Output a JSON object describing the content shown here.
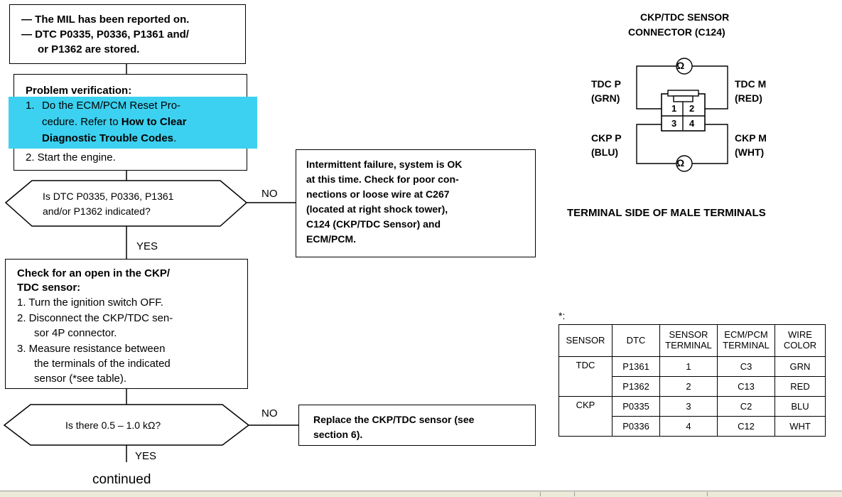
{
  "start_box": {
    "line1": "— The MIL has been reported on.",
    "line2": "— DTC P0335, P0336, P1361 and/",
    "line3": "or P1362 are stored."
  },
  "verify_box": {
    "title": "Problem verification:",
    "step1_num": "1.",
    "step1_a": "Do the ECM/PCM Reset Pro-",
    "step1_b": "cedure. Refer to",
    "step1_link": "How to Clear",
    "step1_c": "Diagnostic Trouble Codes",
    "step1_d": ".",
    "step2": "2.  Start the engine.",
    "highlight_color": "#3cd1f0"
  },
  "decision1": {
    "line1": "Is DTC P0335, P0336, P1361",
    "line2": "and/or P1362 indicated?",
    "no_label": "NO",
    "yes_label": "YES"
  },
  "intermittent_box": {
    "line1": "Intermittent failure, system is OK",
    "line2": "at this time. Check for poor con-",
    "line3": "nections or loose wire at C267",
    "line4": "(located at right shock tower),",
    "line5": "C124 (CKP/TDC Sensor) and",
    "line6": "ECM/PCM."
  },
  "check_box": {
    "title1": "Check for an open in the CKP/",
    "title2": "TDC sensor:",
    "s1": "1.  Turn the ignition switch OFF.",
    "s2a": "2.  Disconnect the CKP/TDC sen-",
    "s2b": "sor 4P connector.",
    "s3a": "3.  Measure resistance between",
    "s3b": "the terminals of the indicated",
    "s3c": "sensor (*see table)."
  },
  "decision2": {
    "text": "Is there 0.5 – 1.0 kΩ?",
    "no_label": "NO",
    "yes_label": "YES"
  },
  "replace_box": {
    "line1": "Replace the CKP/TDC sensor (see",
    "line2": "section 6)."
  },
  "continued": "continued",
  "connector": {
    "title1": "CKP/TDC SENSOR",
    "title2": "CONNECTOR (C124)",
    "tdc_p": "TDC P",
    "tdc_p_color": "(GRN)",
    "tdc_m": "TDC M",
    "tdc_m_color": "(RED)",
    "ckp_p": "CKP P",
    "ckp_p_color": "(BLU)",
    "ckp_m": "CKP M",
    "ckp_m_color": "(WHT)",
    "pin1": "1",
    "pin2": "2",
    "pin3": "3",
    "pin4": "4",
    "ohm": "Ω",
    "caption": "TERMINAL SIDE OF MALE TERMINALS"
  },
  "table": {
    "note": "*:",
    "headers": [
      "SENSOR",
      "DTC",
      "SENSOR TERMINAL",
      "ECM/PCM TERMINAL",
      "WIRE COLOR"
    ],
    "h_sensor": "SENSOR",
    "h_dtc": "DTC",
    "h_st1": "SENSOR",
    "h_st2": "TERMINAL",
    "h_ecm1": "ECM/PCM",
    "h_ecm2": "TERMINAL",
    "h_wire1": "WIRE",
    "h_wire2": "COLOR",
    "rows": [
      {
        "sensor": "TDC",
        "dtc": "P1361",
        "terminal": "1",
        "ecm": "C3",
        "color": "GRN"
      },
      {
        "sensor": "",
        "dtc": "P1362",
        "terminal": "2",
        "ecm": "C13",
        "color": "RED"
      },
      {
        "sensor": "CKP",
        "dtc": "P0335",
        "terminal": "3",
        "ecm": "C2",
        "color": "BLU"
      },
      {
        "sensor": "",
        "dtc": "P0336",
        "terminal": "4",
        "ecm": "C12",
        "color": "WHT"
      }
    ]
  }
}
